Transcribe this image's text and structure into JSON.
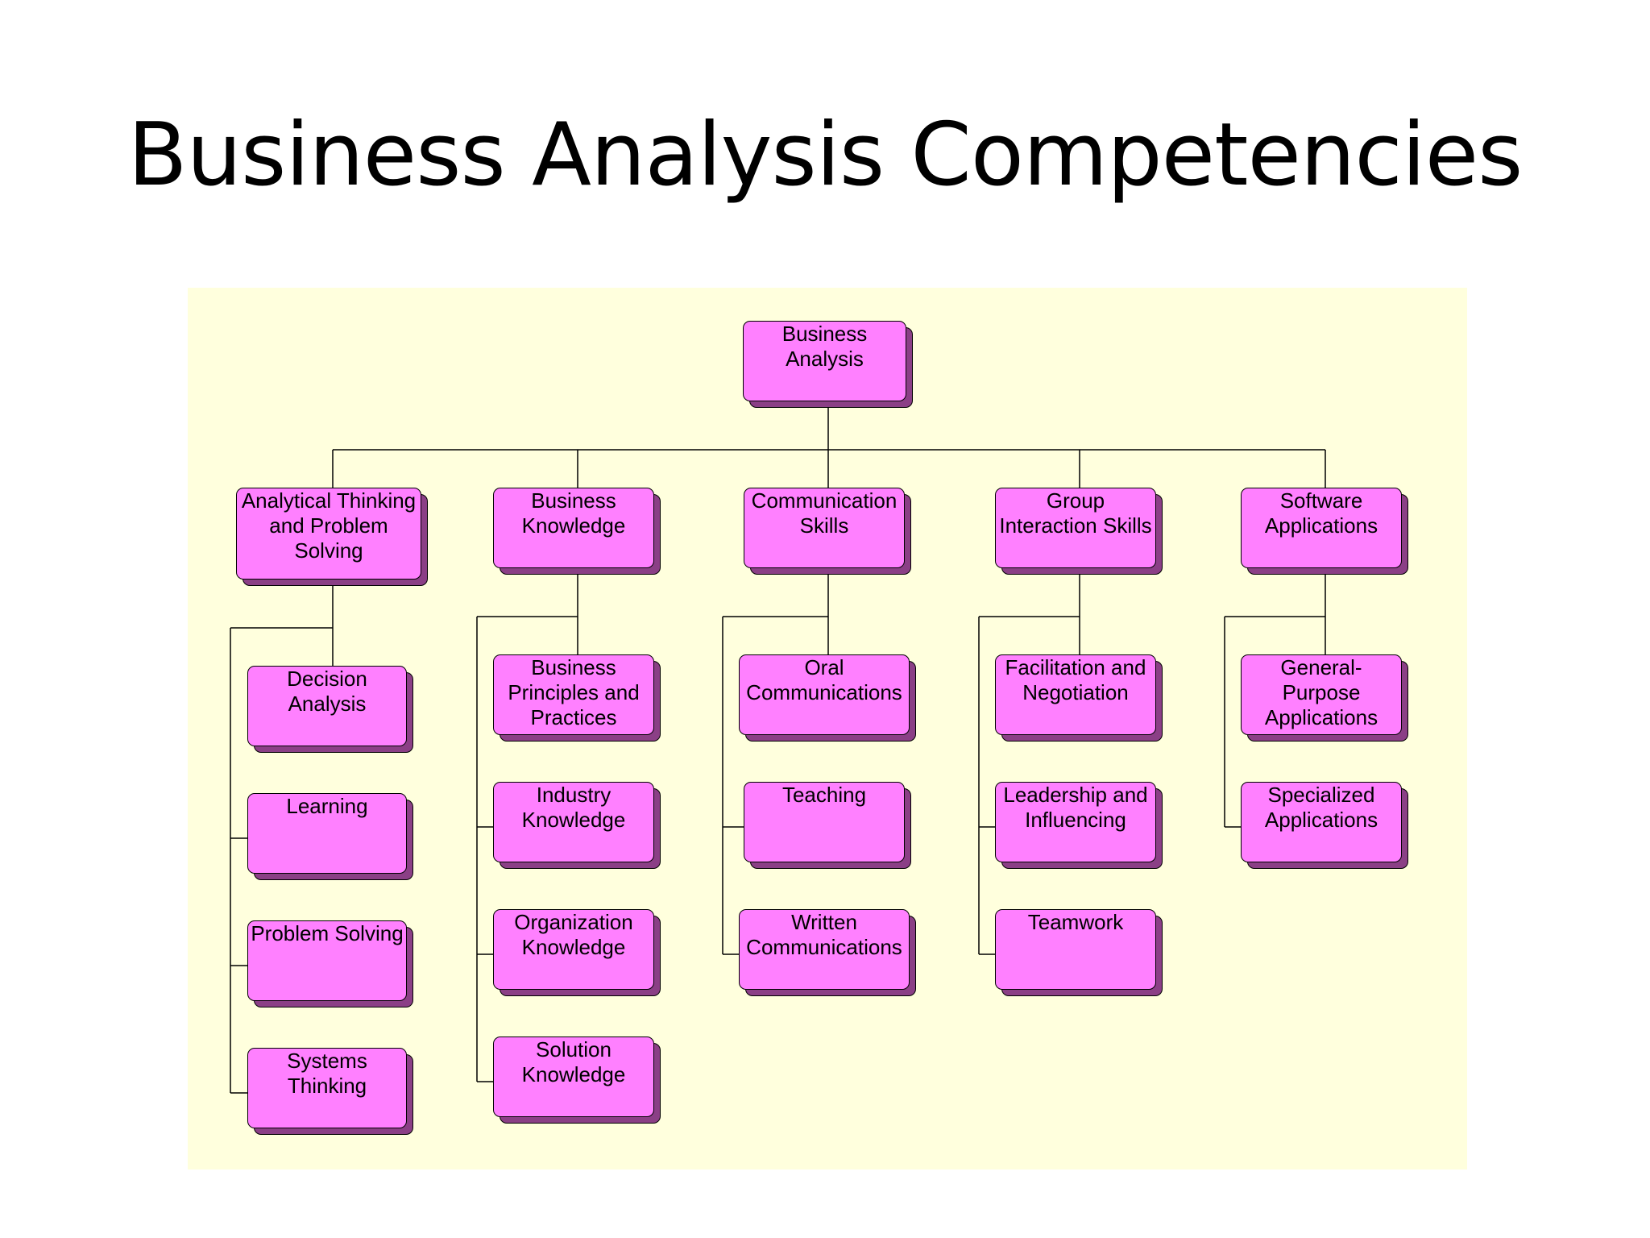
{
  "slide": {
    "title": "Business Analysis Competencies"
  },
  "diagram": {
    "root": {
      "label": "Business Analysis"
    },
    "categories": [
      {
        "label": "Analytical Thinking and Problem Solving",
        "children": [
          "Decision Analysis",
          "Learning",
          "Problem Solving",
          "Systems Thinking"
        ]
      },
      {
        "label": "Business Knowledge",
        "children": [
          "Business Principles and Practices",
          "Industry Knowledge",
          "Organization Knowledge",
          "Solution Knowledge"
        ]
      },
      {
        "label": "Communication Skills",
        "children": [
          "Oral Communications",
          "Teaching",
          "Written Communications"
        ]
      },
      {
        "label": "Group Interaction Skills",
        "children": [
          "Facilitation and Negotiation",
          "Leadership and Influencing",
          "Teamwork"
        ]
      },
      {
        "label": "Software Applications",
        "children": [
          "General-Purpose Applications",
          "Specialized Applications"
        ]
      }
    ],
    "colors": {
      "box_fill": "#ff80ff",
      "box_shadow": "#8b3f86",
      "background": "#ffffdd",
      "line": "#000000"
    }
  }
}
